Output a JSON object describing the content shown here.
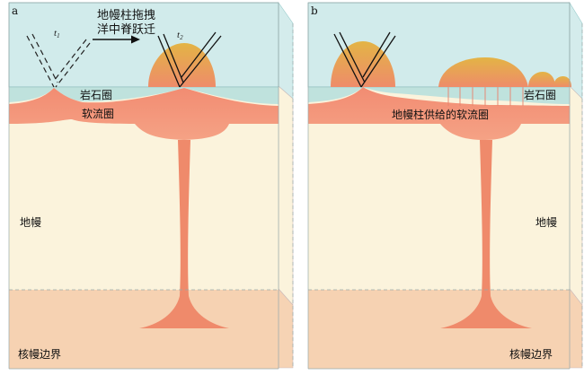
{
  "panels": [
    {
      "letter": "a",
      "annotation_line1": "地幔柱拖拽",
      "annotation_line2": "洋中脊跃迁",
      "t1_symbol": "t",
      "t1_sub": "1",
      "t2_symbol": "t",
      "t2_sub": "2",
      "lithosphere": "岩石圈",
      "asthenosphere": "软流圈",
      "mantle": "地幔",
      "cmb": "核幔边界"
    },
    {
      "letter": "b",
      "lithosphere": "岩石圈",
      "plume_fed_asthenosphere": "地幔柱供给的软流圈",
      "mantle": "地幔",
      "cmb": "核幔边界"
    }
  ],
  "colors": {
    "ocean": "#cfeaea",
    "lithosphere": "#bfe3df",
    "asthenosphere": "#f0977a",
    "mantle": "#fbf3dc",
    "lower_mantle": "#f6d2b2",
    "plume": "#ee8768",
    "volcano_top": "#e6b347",
    "volcano_bottom": "#ef8f6d"
  }
}
